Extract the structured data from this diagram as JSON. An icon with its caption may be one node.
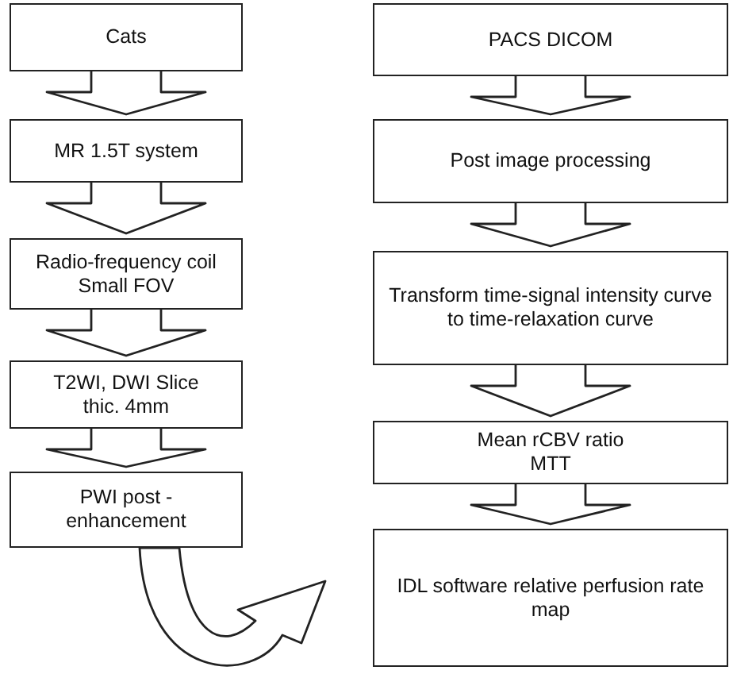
{
  "diagram": {
    "nodes": [
      {
        "text": [
          "Cats"
        ]
      },
      {
        "text": [
          "MR 1.5T system"
        ]
      },
      {
        "text": [
          "Radio-frequency coil Small FOV"
        ]
      },
      {
        "text": [
          "T2WI, DWI Slice thic. 4mm"
        ]
      },
      {
        "text": [
          "PWI post -enhancement"
        ]
      },
      {
        "text": [
          "PACS DICOM"
        ]
      },
      {
        "text": [
          "Post image processing"
        ]
      },
      {
        "text": [
          "Transform time-signal intensity curve to time-relaxation curve"
        ]
      },
      {
        "text": [
          "Mean rCBV ratio MTT"
        ]
      },
      {
        "text": [
          "IDL software relative perfusion rate map"
        ]
      }
    ],
    "edges": [
      {
        "from": 0,
        "to": 1,
        "arrow": "to"
      },
      {
        "from": 1,
        "to": 2,
        "arrow": "to"
      },
      {
        "from": 2,
        "to": 3,
        "arrow": "to"
      },
      {
        "from": 3,
        "to": 4,
        "arrow": "to"
      },
      {
        "from": 4,
        "to": null,
        "arrow": "to"
      },
      {
        "from": 5,
        "to": 6,
        "arrow": "to"
      },
      {
        "from": 6,
        "to": 7,
        "arrow": "to"
      },
      {
        "from": 7,
        "to": 8,
        "arrow": "to"
      },
      {
        "from": 8,
        "to": 9,
        "arrow": "to"
      }
    ]
  }
}
